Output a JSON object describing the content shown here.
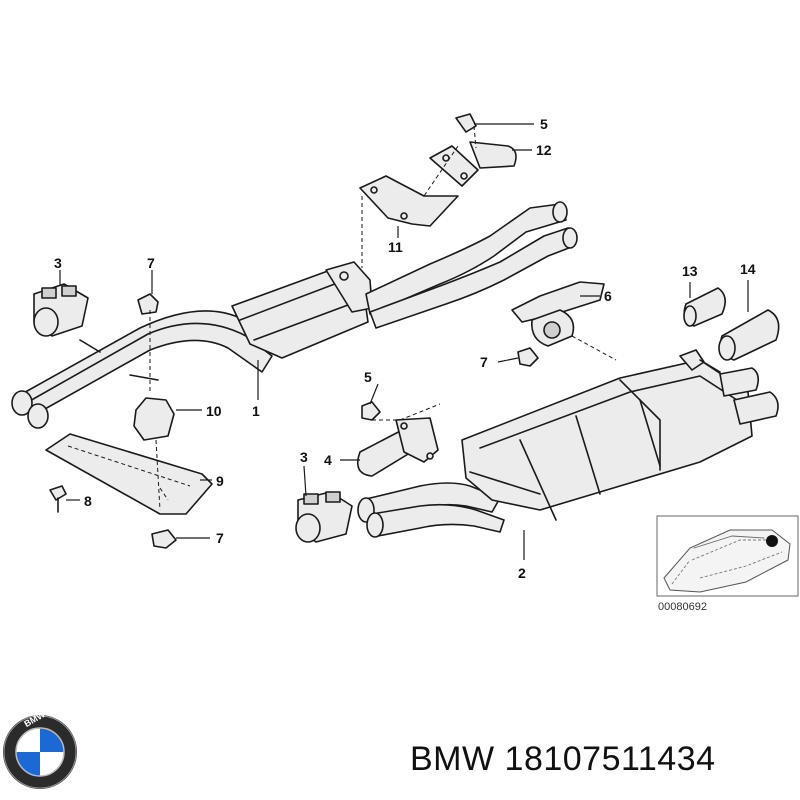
{
  "callouts": {
    "c1": "1",
    "c2": "2",
    "c3a": "3",
    "c3b": "3",
    "c4": "4",
    "c5a": "5",
    "c5b": "5",
    "c6": "6",
    "c7a": "7",
    "c7b": "7",
    "c7c": "7",
    "c8": "8",
    "c9": "9",
    "c10": "10",
    "c11": "11",
    "c12": "12",
    "c13": "13",
    "c14": "14"
  },
  "inset": {
    "reference": "00080692"
  },
  "logo": {
    "text": "BMW",
    "icon": "bmw-roundel-icon"
  },
  "caption": "BMW 18107511434"
}
